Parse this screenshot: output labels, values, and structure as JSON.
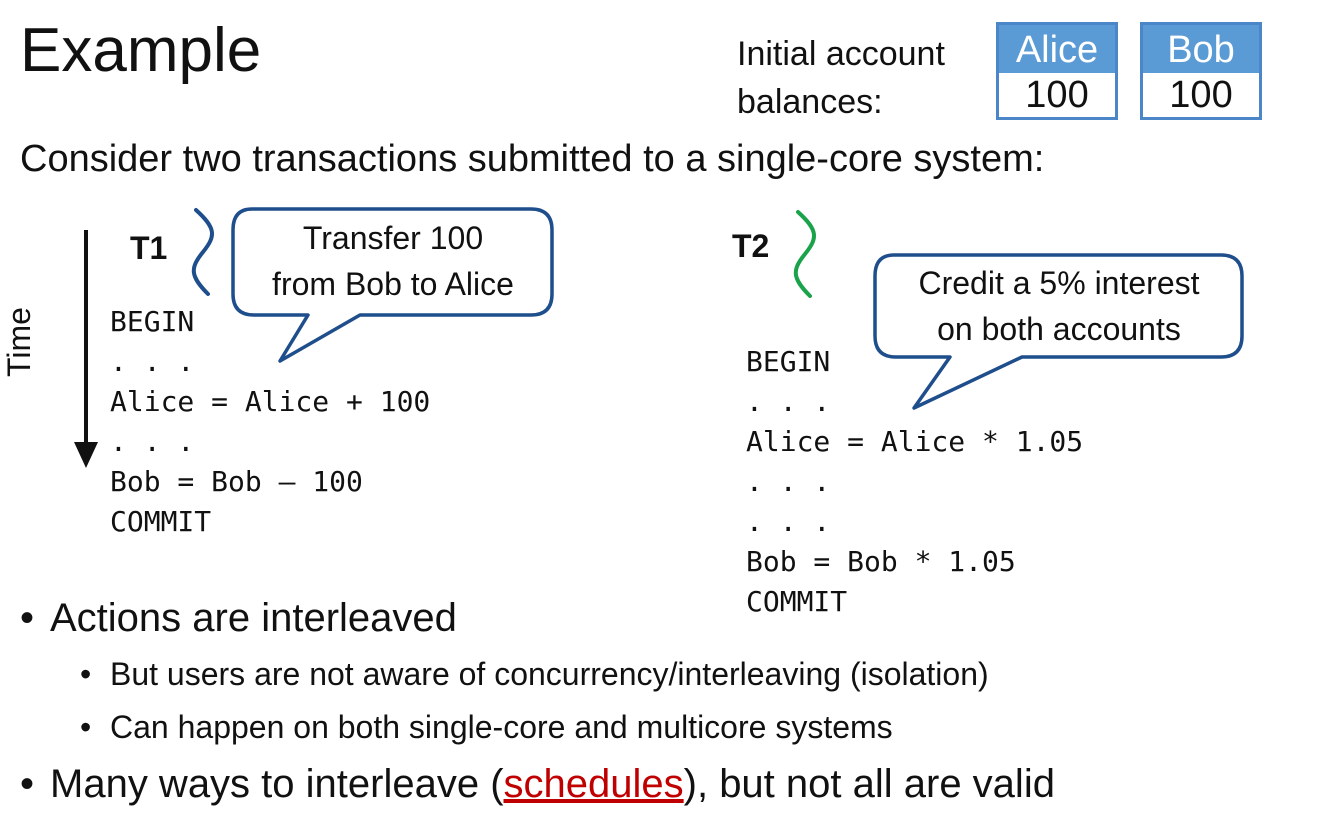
{
  "slide": {
    "title": "Example",
    "subtitle": "Consider two transactions submitted to a single-core system:"
  },
  "accounts": {
    "label": "Initial account\nbalances:",
    "items": [
      {
        "name": "Alice",
        "balance": "100"
      },
      {
        "name": "Bob",
        "balance": "100"
      }
    ],
    "header_color": "#5b9bd5"
  },
  "timeline": {
    "label": "Time"
  },
  "t1": {
    "label": "T1",
    "callout": "Transfer 100\nfrom Bob to Alice",
    "code": [
      "BEGIN",
      ". . .",
      "Alice = Alice + 100",
      ". . .",
      "Bob = Bob – 100",
      "COMMIT"
    ],
    "squiggle_color": "#1f4e8c"
  },
  "t2": {
    "label": "T2",
    "callout": "Credit a 5% interest\non both accounts",
    "code": [
      "BEGIN",
      ". . .",
      "Alice = Alice * 1.05",
      ". . .",
      ". . .",
      "Bob = Bob * 1.05",
      "COMMIT"
    ],
    "squiggle_color": "#1aa34a"
  },
  "bullets": {
    "b1": "Actions are interleaved",
    "b1_sub": [
      "But users are not aware of concurrency/interleaving (isolation)",
      "Can happen on both single-core and multicore systems"
    ],
    "b2_pre": "Many ways to interleave (",
    "b2_link": "schedules",
    "b2_post": "), but not all are valid",
    "bullet_char": "•",
    "link_color": "#c00000"
  }
}
